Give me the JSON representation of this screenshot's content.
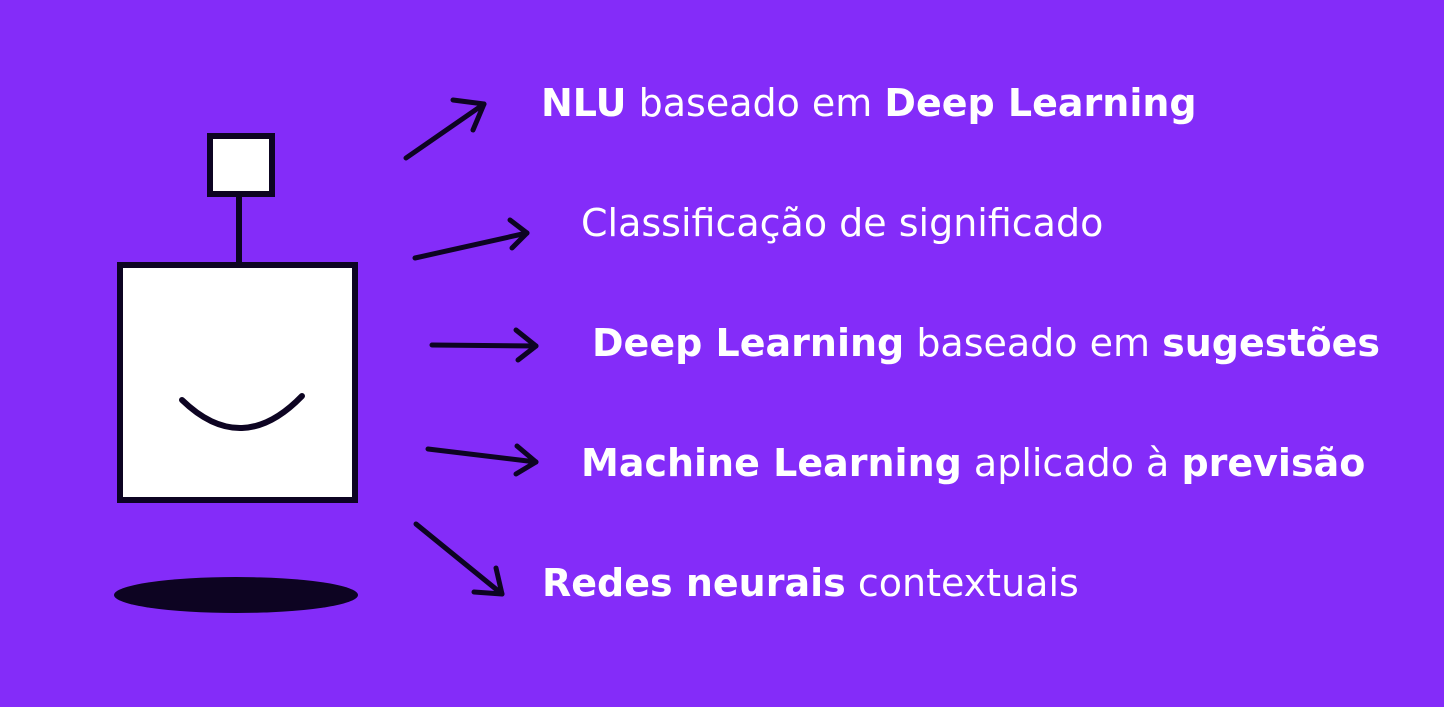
{
  "colors": {
    "background": "#842cf9",
    "ink": "#0d0422",
    "robot_fill": "#ffffff",
    "text": "#ffffff"
  },
  "items": [
    {
      "segments": [
        {
          "text": "NLU",
          "bold": true
        },
        {
          "text": " baseado em ",
          "bold": false
        },
        {
          "text": "Deep Learning",
          "bold": true
        }
      ]
    },
    {
      "segments": [
        {
          "text": "Classificação de significado",
          "bold": false
        }
      ]
    },
    {
      "segments": [
        {
          "text": "Deep Learning",
          "bold": true
        },
        {
          "text": " baseado em ",
          "bold": false
        },
        {
          "text": "sugestões",
          "bold": true
        }
      ]
    },
    {
      "segments": [
        {
          "text": "Machine Learning",
          "bold": true
        },
        {
          "text": " aplicado à ",
          "bold": false
        },
        {
          "text": "previsão",
          "bold": true
        }
      ]
    },
    {
      "segments": [
        {
          "text": "Redes neurais",
          "bold": true
        },
        {
          "text": " contextuais",
          "bold": false
        }
      ]
    }
  ]
}
